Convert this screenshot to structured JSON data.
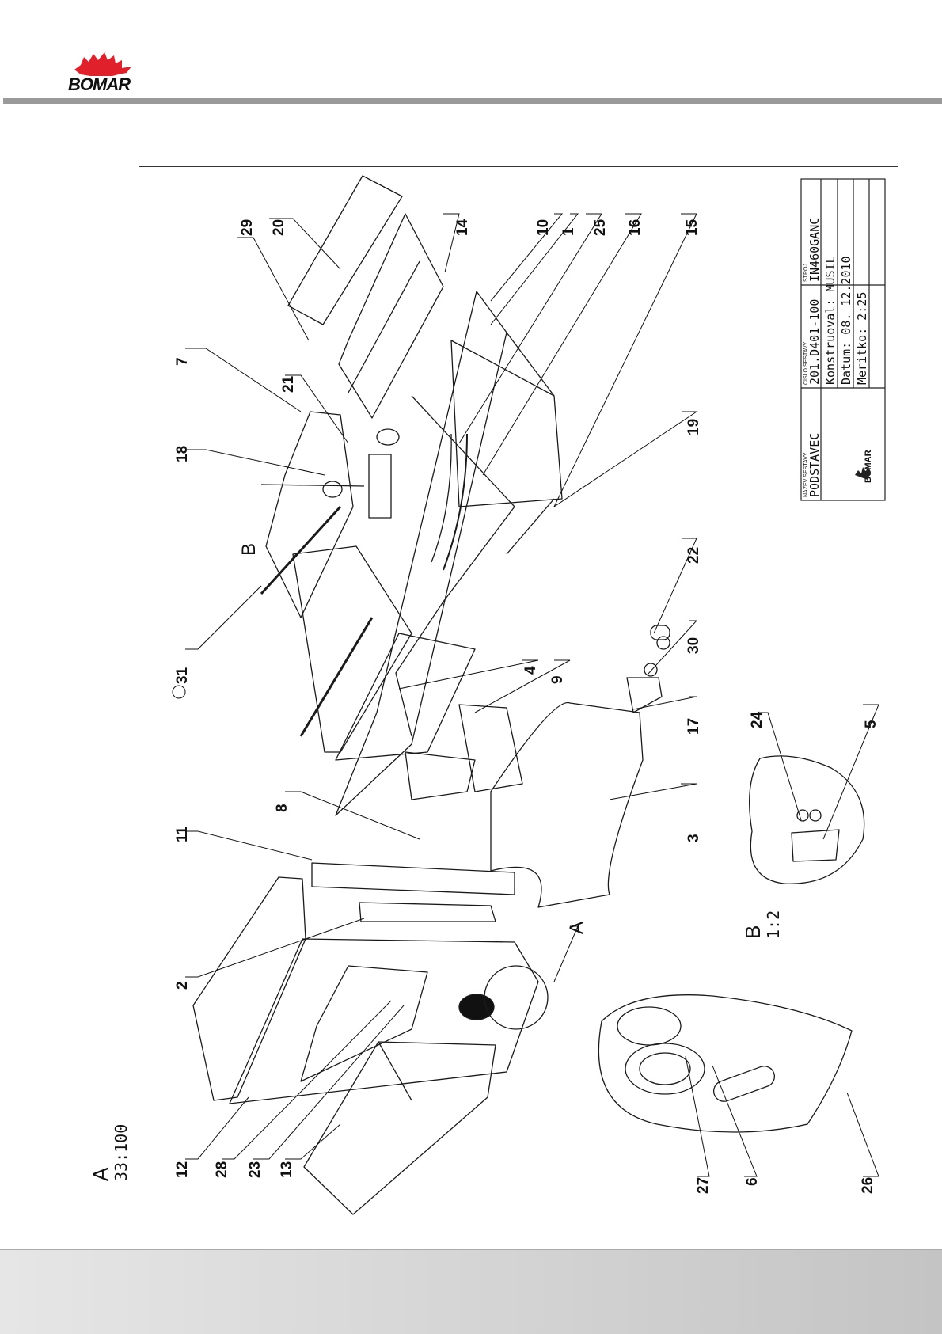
{
  "brand": {
    "logo_text": "BOMAR",
    "logo_color": "#e0202a"
  },
  "title_block": {
    "name_label": "NAZEV SESTAVY",
    "name_value": "PODSTAVEC",
    "number_label": "CISLO SESTAVY",
    "number_value": "201.D401-100",
    "machine_label": "STROJ",
    "machine_value": "IN460GANC",
    "designer": "Konstruoval: MUSIL",
    "date": "Datum: 08. 12.2010",
    "scale": "Meritko: 2:25",
    "logo_text": "BOMAR"
  },
  "detail_a": {
    "letter": "A",
    "scale": "33:100"
  },
  "detail_b": {
    "letter": "B",
    "scale": "1:2"
  },
  "part_numbers": {
    "p29": "29",
    "p20": "20",
    "p14": "14",
    "p10": "10",
    "p1": "1",
    "p25": "25",
    "p16": "16",
    "p15": "15",
    "p7": "7",
    "p21": "21",
    "p18": "18",
    "pB": "B",
    "p19": "19",
    "p22": "22",
    "p30": "30",
    "p31": "31",
    "p4": "4",
    "p9": "9",
    "p17": "17",
    "p8": "8",
    "p11": "11",
    "p3": "3",
    "p24": "24",
    "p5": "5",
    "pA": "A",
    "p2": "2",
    "p12": "12",
    "p28": "28",
    "p23": "23",
    "p13": "13",
    "p27": "27",
    "p6": "6",
    "p26": "26"
  }
}
